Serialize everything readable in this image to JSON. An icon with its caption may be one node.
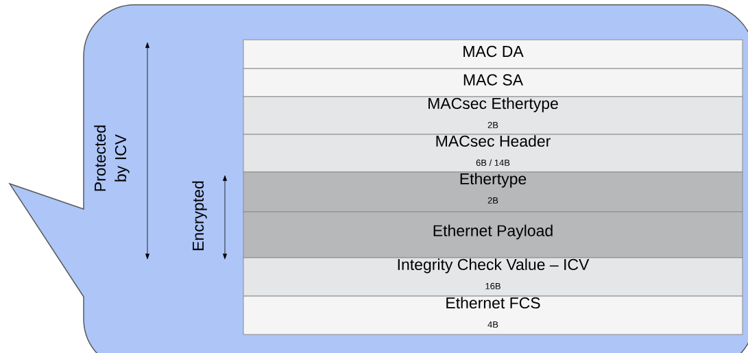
{
  "diagram": {
    "nodes": [
      {
        "text": [],
        "shape": "callout"
      },
      {
        "text": [
          "MAC DA"
        ],
        "in": 0
      },
      {
        "text": [
          "MAC SA"
        ],
        "in": 0
      },
      {
        "text": [
          "MACsec Ethertype",
          "2B"
        ],
        "in": 0
      },
      {
        "text": [
          "MACsec Header",
          "6B / 14B"
        ],
        "in": 0
      },
      {
        "text": [
          "Ethertype",
          "2B"
        ],
        "in": 0
      },
      {
        "text": [
          "Ethernet Payload"
        ],
        "in": 0
      },
      {
        "text": [
          "Integrity Check Value – ICV",
          "16B"
        ],
        "in": 0
      },
      {
        "text": [
          "Ethernet FCS",
          "4B"
        ],
        "in": 0
      }
    ],
    "labels": [
      "Protected by ICV",
      "Encrypted"
    ]
  }
}
